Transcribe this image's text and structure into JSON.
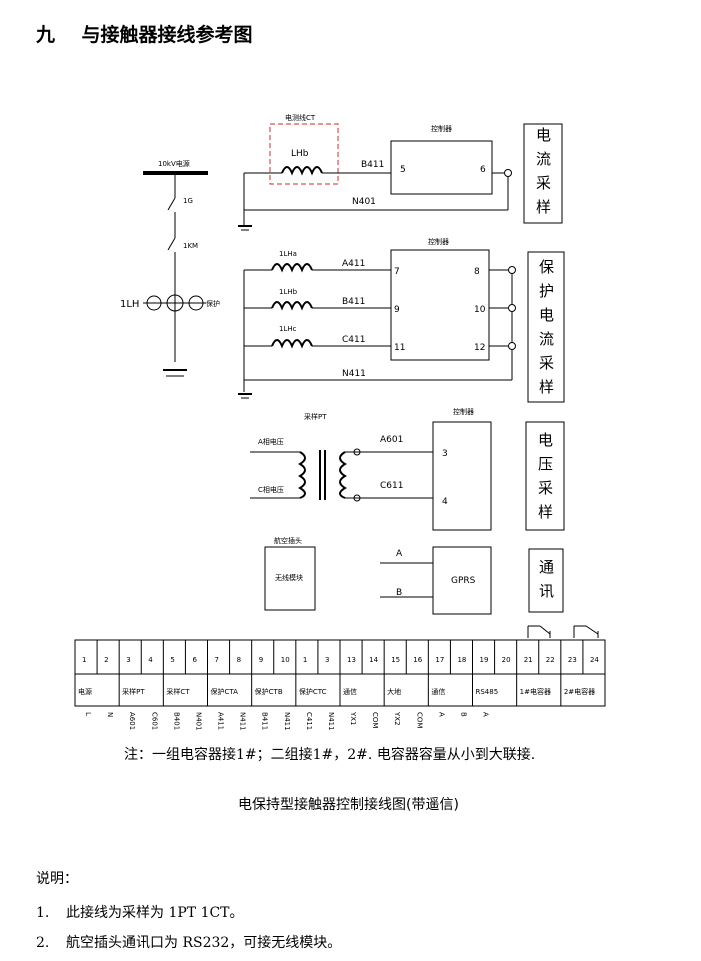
{
  "heading": "九    与接触器接线参考图",
  "bus": {
    "label": "10kV电源",
    "switch1": "1G",
    "switch2": "1KM",
    "ct_left": "1LH",
    "ct_right": "保护"
  },
  "block1": {
    "ct_label": "电测线CT",
    "coil": "LHb",
    "in_wire": "B411",
    "return_wire": "N401",
    "box_title": "控制器",
    "pin_in": "5",
    "pin_out": "6",
    "side_text": "电流采样"
  },
  "block2": {
    "coils": [
      "1LHa",
      "1LHb",
      "1LHc"
    ],
    "wires": [
      "A411",
      "B411",
      "C411"
    ],
    "return_wire": "N411",
    "box_title": "控制器",
    "pins_left": [
      "7",
      "9",
      "11"
    ],
    "pins_right": [
      "8",
      "10",
      "12"
    ],
    "side_text": "保护电流采样"
  },
  "block3": {
    "pt_label": "采样PT",
    "phase_a": "A相电压",
    "phase_c": "C相电压",
    "wire_a": "A601",
    "wire_c": "C611",
    "box_title": "控制器",
    "pin_a": "3",
    "pin_c": "4",
    "side_text": "电压采样"
  },
  "block4": {
    "plug_label": "航空插头",
    "module_label": "无线模块",
    "line_a": "A",
    "line_b": "B",
    "gprs": "GPRS",
    "side_text": "通讯"
  },
  "terminals": {
    "numbers": [
      "1",
      "2",
      "3",
      "4",
      "5",
      "6",
      "7",
      "8",
      "9",
      "10",
      "1",
      "3",
      "13",
      "14",
      "15",
      "16",
      "17",
      "18",
      "19",
      "20",
      "21",
      "22",
      "23",
      "24"
    ],
    "groups": [
      {
        "label": "电源"
      },
      {
        "label": "采样PT"
      },
      {
        "label": "采样CT"
      },
      {
        "label": "保护CTA"
      },
      {
        "label": "保护CTB"
      },
      {
        "label": "保护CTC"
      },
      {
        "label": "通信"
      },
      {
        "label": "大地"
      },
      {
        "label": "通信"
      },
      {
        "label": "RS485"
      },
      {
        "label": "1#电容器"
      },
      {
        "label": "2#电容器"
      }
    ],
    "wires": [
      "L",
      "N",
      "A601",
      "C601",
      "B401",
      "N401",
      "A411",
      "N411",
      "B411",
      "N411",
      "C411",
      "N411",
      "YX1",
      "COM",
      "YX2",
      "COM",
      "A",
      "B",
      "A"
    ]
  },
  "note": "注：一组电容器接1#；二组接1#，2#.  电容器容量从小到大联接.",
  "caption": "电保持型接触器控制接线图(带遥信)",
  "explain": {
    "title": "说明：",
    "items": [
      {
        "num": "1.",
        "text": "此接线为采样为 1PT 1CT。"
      },
      {
        "num": "2.",
        "text": "航空插头通讯口为 RS232，可接无线模块。"
      }
    ]
  }
}
